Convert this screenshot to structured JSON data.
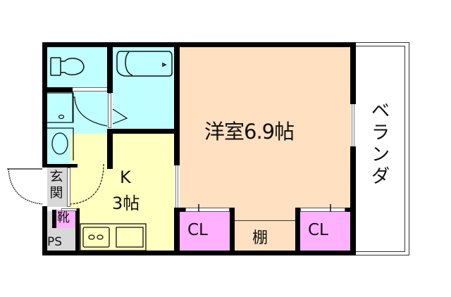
{
  "floorplan": {
    "rooms": {
      "western_room": {
        "label": "洋室6.9帖",
        "color": "#ffe0c0"
      },
      "kitchen": {
        "label_line1": "K",
        "label_line2": "3帖",
        "color": "#ffffc0"
      },
      "toilet": {
        "color": "#c0ffff"
      },
      "bath": {
        "color": "#c0ffff"
      },
      "washroom": {
        "color": "#c0ffff"
      },
      "closet_left": {
        "label": "CL",
        "color": "#ffb0ff"
      },
      "closet_right": {
        "label": "CL",
        "color": "#ffb0ff"
      },
      "shelf": {
        "label": "棚",
        "color": "#ffe0c0"
      },
      "entrance": {
        "label": "玄関",
        "color": "#d8d8d8"
      },
      "shoe_box": {
        "label": "靴",
        "color": "#ffb0ff"
      },
      "pipe_space": {
        "label": "PS",
        "color": "#d8d8d8"
      },
      "veranda": {
        "label": "ベランダ",
        "color": "#ffffff"
      }
    },
    "colors": {
      "wall": "#000000",
      "background": "#ffffff"
    }
  }
}
